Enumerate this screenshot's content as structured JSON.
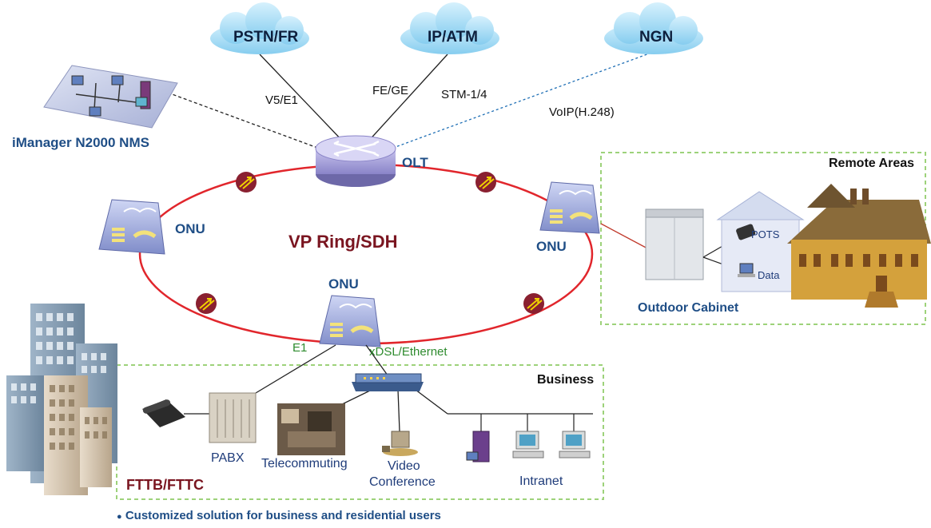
{
  "clouds": {
    "pstn": "PSTN/FR",
    "ipatm": "IP/ATM",
    "ngn": "NGN"
  },
  "links": {
    "v5": "V5/E1",
    "fege": "FE/GE",
    "stm": "STM-1/4",
    "voip": "VoIP(H.248)",
    "e1": "E1",
    "xdsl": "xDSL/Ethernet"
  },
  "nodes": {
    "nms": "iManager N2000 NMS",
    "olt": "OLT",
    "onu_left": "ONU",
    "onu_right": "ONU",
    "onu_bottom": "ONU",
    "ring": "VP Ring/SDH"
  },
  "remote": {
    "title": "Remote Areas",
    "pots": "POTS",
    "data": "Data",
    "cabinet": "Outdoor Cabinet"
  },
  "business": {
    "title": "Business",
    "pabx": "PABX",
    "telecommuting": "Telecommuting",
    "video_line1": "Video",
    "video_line2": "Conference",
    "intranet": "Intranet",
    "fttb": "FTTB/FTTC"
  },
  "footer": {
    "bullet": "●",
    "text": "Customized solution for business and residential users"
  },
  "colors": {
    "ring": "#e1262c",
    "cloud": "#a9def6",
    "title_blue": "#1f4e86",
    "maroon": "#7a1520",
    "green_border": "#9dd27a",
    "link_green": "#2e8b2e"
  }
}
